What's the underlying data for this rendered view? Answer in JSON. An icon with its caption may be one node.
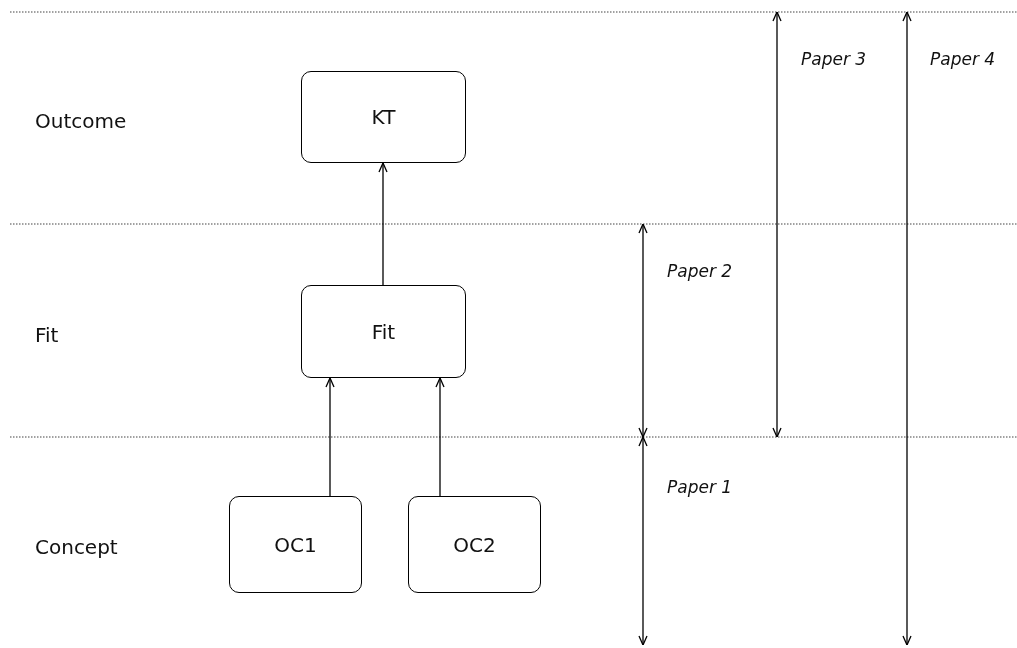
{
  "diagram": {
    "nodes": [
      {
        "text": [
          "KT"
        ]
      },
      {
        "text": [
          "Fit"
        ]
      },
      {
        "text": [
          "OC1"
        ]
      },
      {
        "text": [
          "OC2"
        ]
      }
    ],
    "edges": [
      {
        "from": 1,
        "to": 0,
        "arrow": "to"
      },
      {
        "from": 2,
        "to": 1,
        "arrow": "to"
      },
      {
        "from": 3,
        "to": 1,
        "arrow": "to"
      }
    ],
    "labels": [
      "Paper 3",
      "Paper 4",
      "Outcome",
      "Paper 2",
      "Fit",
      "Paper 1",
      "Concept"
    ]
  }
}
